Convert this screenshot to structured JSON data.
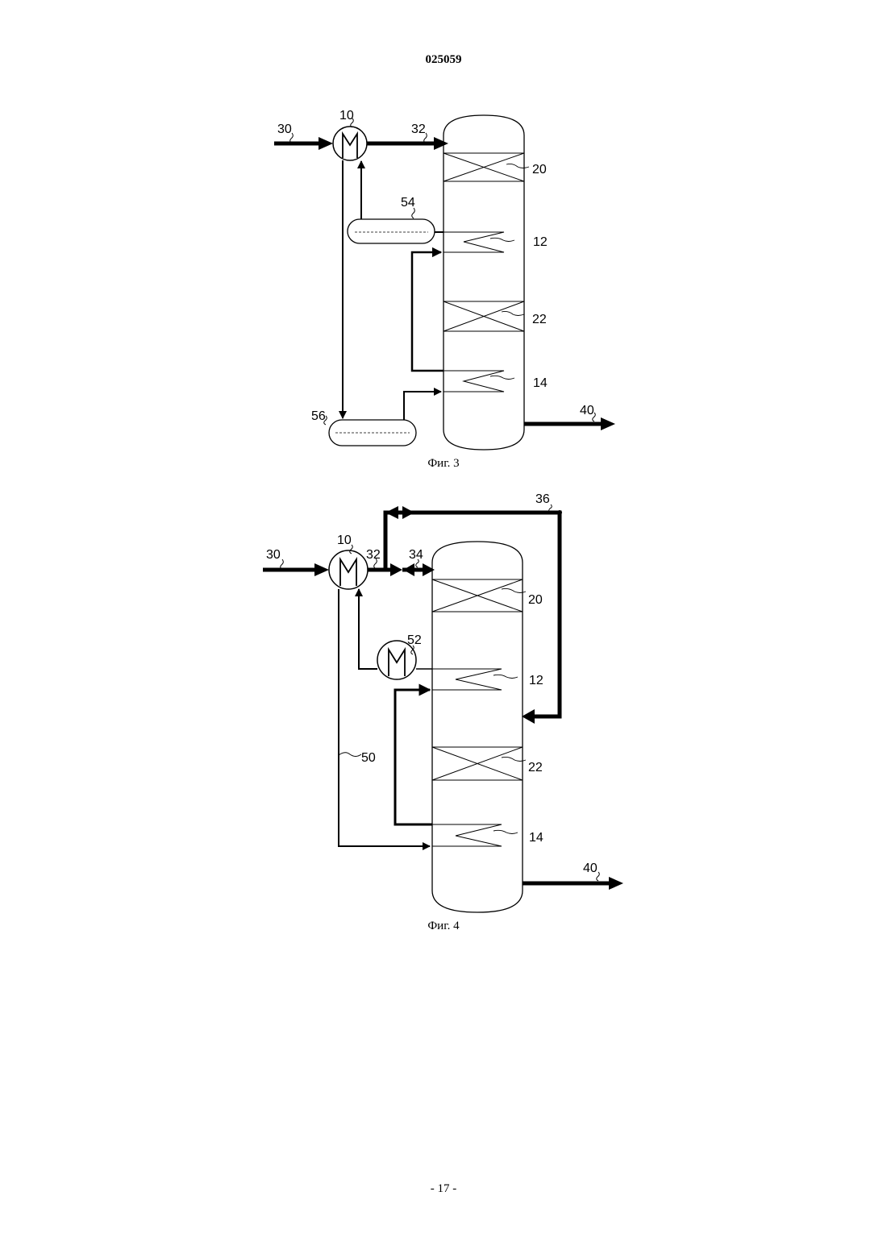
{
  "header": {
    "document_number": "025059"
  },
  "footer": {
    "page_number": "- 17 -"
  },
  "figure3": {
    "caption": "Фиг. 3",
    "labels": {
      "stream_30": "30",
      "exchanger_10": "10",
      "stream_32": "32",
      "bed_20": "20",
      "drum_54": "54",
      "coil_12": "12",
      "bed_22": "22",
      "coil_14": "14",
      "drum_56": "56",
      "stream_40": "40"
    }
  },
  "figure4": {
    "caption": "Фиг. 4",
    "labels": {
      "stream_36": "36",
      "stream_30": "30",
      "exchanger_10": "10",
      "stream_32": "32",
      "stream_34": "34",
      "bed_20": "20",
      "exchanger_52": "52",
      "coil_12": "12",
      "stream_50": "50",
      "bed_22": "22",
      "coil_14": "14",
      "stream_40": "40"
    }
  }
}
